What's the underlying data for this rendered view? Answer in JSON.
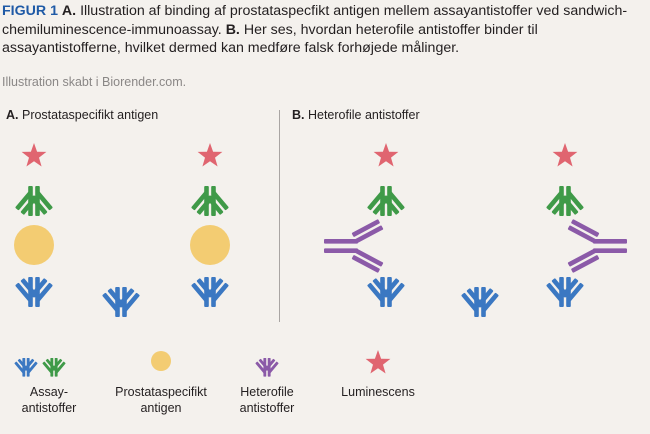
{
  "caption": {
    "fig_label": "FIGUR 1",
    "a_label": "A.",
    "a_text": "Illustration af binding af prostataspecfikt antigen mellem assayantistoffer ved sandwich-chemiluminescence-immunoassay.",
    "b_label": "B.",
    "b_text": "Her ses, hvordan heterofile antistoffer binder til assayantistofferne, hvilket dermed kan medføre falsk forhøjede målinger.",
    "credit": "Illustration skabt i Biorender.com."
  },
  "sections": {
    "a_label": "A.",
    "a_title": "Prostataspecifikt antigen",
    "b_label": "B.",
    "b_title": "Heterofile antistoffer"
  },
  "legend": {
    "assay_line1": "Assay-",
    "assay_line2": "antistoffer",
    "psa_line1": "Prostataspecifikt",
    "psa_line2": "antigen",
    "hetero_line1": "Heterofile",
    "hetero_line2": "antistoffer",
    "lum": "Luminescens"
  },
  "colors": {
    "background": "#f4f1ed",
    "figure_label": "#1f5aa6",
    "capture_antibody": "#3b78c2",
    "detection_antibody": "#3f9a48",
    "heterophile_antibody": "#8b5aa8",
    "antigen": "#f3cc72",
    "luminescence_star": "#e06570"
  }
}
